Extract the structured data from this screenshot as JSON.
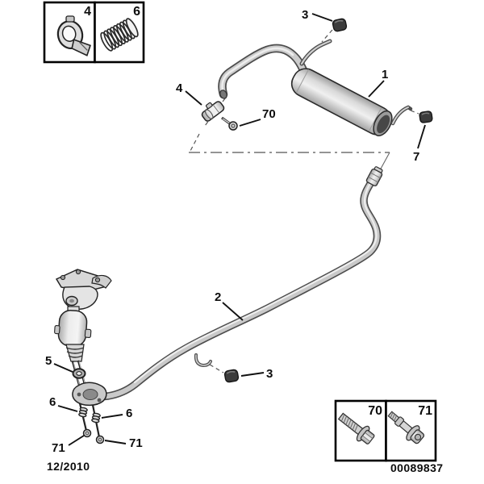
{
  "footer": {
    "date_code": "12/2010",
    "catalog_number": "00089837"
  },
  "inset_top_left": {
    "cells": [
      {
        "label": "4",
        "icon": "clamp-icon"
      },
      {
        "label": "6",
        "icon": "coil-spring-icon"
      }
    ]
  },
  "inset_bottom_right": {
    "cells": [
      {
        "label": "70",
        "icon": "flanged-bolt-icon"
      },
      {
        "label": "71",
        "icon": "stud-bolt-icon"
      }
    ]
  },
  "callouts": {
    "c1": "1",
    "c2": "2",
    "c3_top": "3",
    "c3_mid": "3",
    "c4_box": "4",
    "c4": "4",
    "c5": "5",
    "c6_box": "6",
    "c6_left": "6",
    "c6_right": "6",
    "c7": "7",
    "c70_box": "70",
    "c70": "70",
    "c71_box": "71",
    "c71_left": "71",
    "c71_right": "71"
  },
  "colors": {
    "background": "#ffffff",
    "line": "#1a1a1a",
    "metal_dark": "#4d4d4d",
    "metal_mid": "#c9c9c9",
    "metal_light": "#ededed",
    "rubber": "#3c3c3c"
  }
}
